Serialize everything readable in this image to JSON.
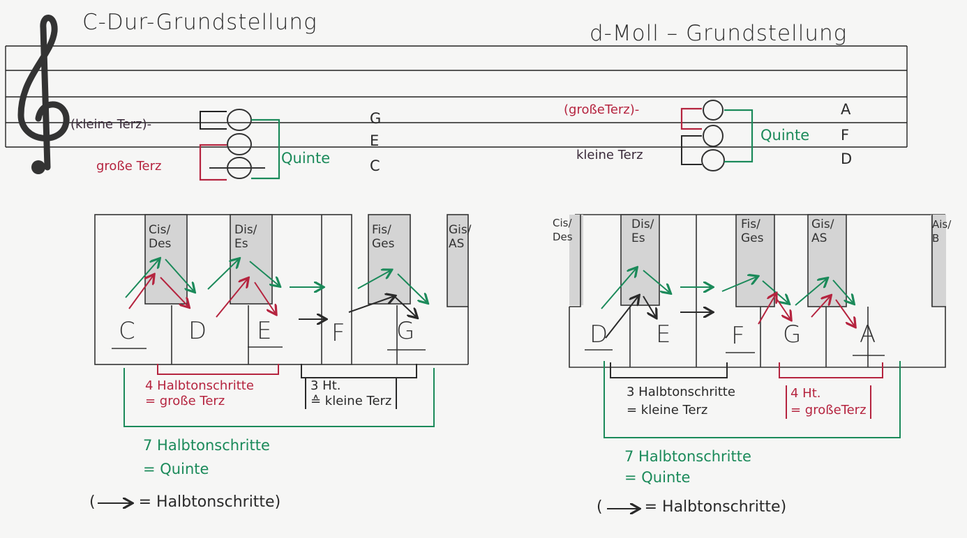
{
  "colors": {
    "ink": "#2a2a2a",
    "red": "#b5243f",
    "green": "#1b8a5a",
    "black_key": "#d4d4d4",
    "paper": "#f6f6f5"
  },
  "left": {
    "title": "C-Dur-Grundstellung",
    "upper_interval": "(kleine Terz)-",
    "lower_interval": "große Terz",
    "outer_interval": "Quinte",
    "chord_notes": [
      "G",
      "E",
      "C"
    ],
    "black_keys": [
      "Cis/\nDes",
      "Dis/\nEs",
      "Fis/\nGes",
      "Gis/\nAS"
    ],
    "white_keys": [
      "C",
      "D",
      "E",
      "F",
      "G"
    ],
    "major_third_note": [
      "4 Halbtonschritte",
      "= große Terz"
    ],
    "minor_third_note": [
      "3 Ht.",
      "≙ kleine Terz"
    ],
    "fifth_note": [
      "7 Halbtonschritte",
      "= Quinte"
    ],
    "legend": "= Halbtonschritte)"
  },
  "right": {
    "title": "d-Moll – Grundstellung",
    "upper_interval": "(großeTerz)-",
    "lower_interval": "kleine Terz",
    "outer_interval": "Quinte",
    "chord_notes": [
      "A",
      "F",
      "D"
    ],
    "black_keys": [
      "Cis/\nDes",
      "Dis/\nEs",
      "Fis/\nGes",
      "Gis/\nAS",
      "Ais/\nB"
    ],
    "white_keys": [
      "D",
      "E",
      "F",
      "G",
      "A"
    ],
    "minor_third_note": [
      "3 Halbtonschritte",
      "= kleine Terz"
    ],
    "major_third_note": [
      "4 Ht.",
      "= großeTerz"
    ],
    "fifth_note": [
      "7 Halbtonschritte",
      "= Quinte"
    ],
    "legend": "= Halbtonschritte)"
  }
}
